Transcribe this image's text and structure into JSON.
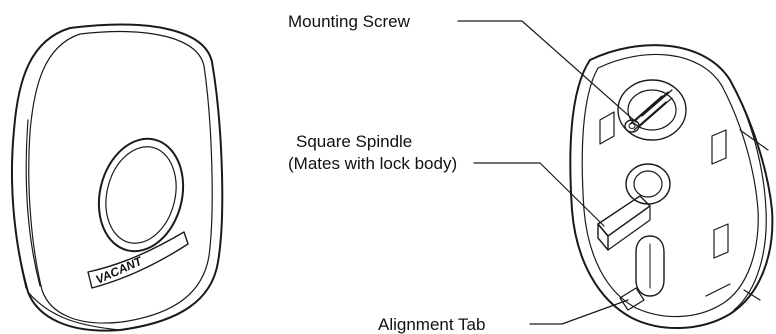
{
  "labels": {
    "mounting_screw": "Mounting Screw",
    "square_spindle": "Square Spindle",
    "square_spindle_note": "(Mates with lock body)",
    "alignment_tab": "Alignment Tab"
  },
  "indicator_text": "VACANT",
  "colors": {
    "line": "#1a1a1a",
    "background": "#ffffff",
    "shade": "#e6e6e6"
  }
}
